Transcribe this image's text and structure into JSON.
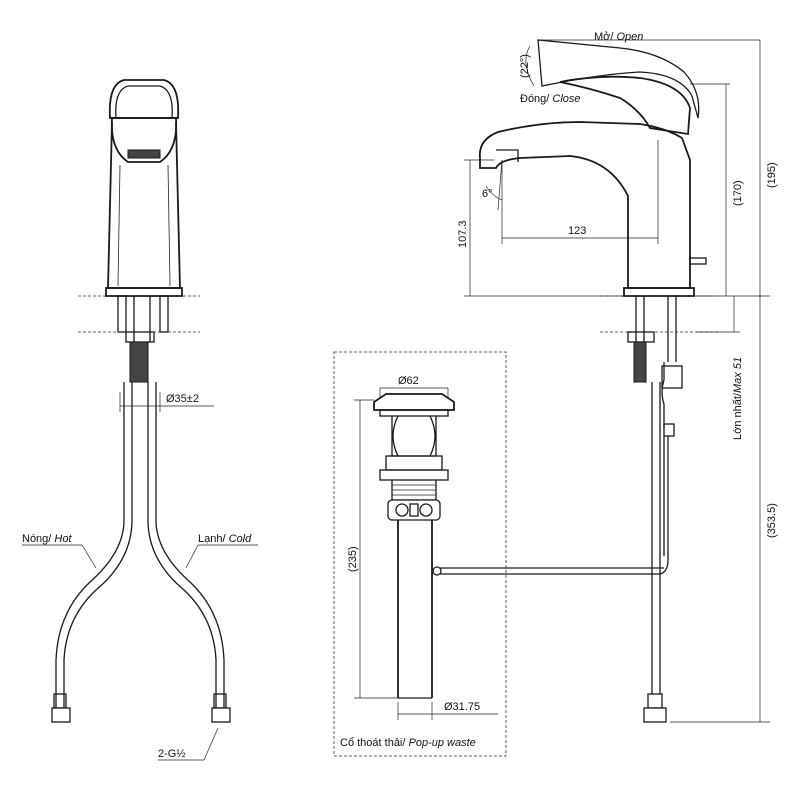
{
  "labels": {
    "hot": "Nóng/ ",
    "hot_en": "Hot",
    "cold": "Lạnh/ ",
    "cold_en": "Cold",
    "open": "Mở/ ",
    "open_en": "Open",
    "close": "Đóng/ ",
    "close_en": "Close",
    "max": "Lớn nhất/",
    "max_en": "Max 51",
    "popup": "Cổ thoát thải/ ",
    "popup_en": "Pop-up waste"
  },
  "dimensions": {
    "d35": "Ø35±2",
    "g12": "2-G½",
    "angle22": "(22°)",
    "d170": "(170)",
    "d195": "(195)",
    "d1073": "107.3",
    "d123": "123",
    "angle6": "6°",
    "d3535": "(353.5)",
    "d62": "Ø62",
    "d235": "(235)",
    "d3175": "Ø31.75"
  }
}
